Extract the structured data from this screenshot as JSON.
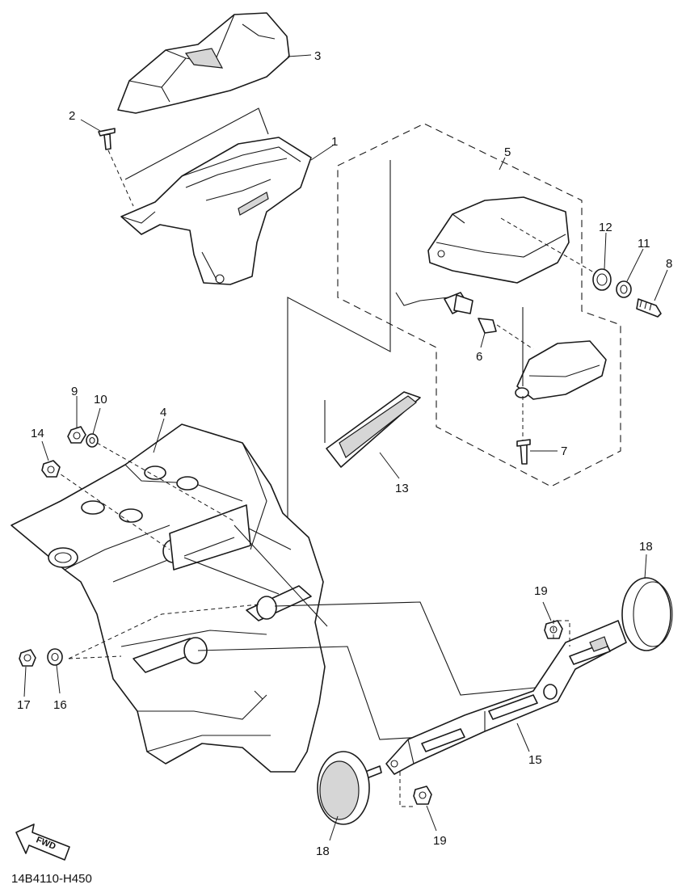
{
  "diagram": {
    "code": "14B4110-H450",
    "direction_label": "FWD",
    "callouts": [
      "1",
      "2",
      "3",
      "4",
      "5",
      "6",
      "7",
      "8",
      "9",
      "10",
      "11",
      "12",
      "13",
      "14",
      "15",
      "16",
      "17",
      "18",
      "18",
      "19",
      "19"
    ]
  }
}
